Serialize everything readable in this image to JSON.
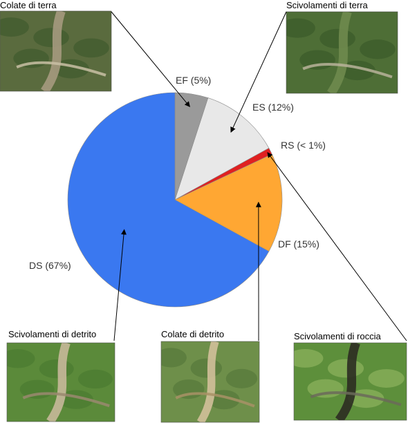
{
  "chart_data": {
    "type": "pie",
    "slices": [
      {
        "code": "EF",
        "label": "EF (5%)",
        "value": 5,
        "color": "#9a9a9a"
      },
      {
        "code": "ES",
        "label": "ES (12%)",
        "value": 12,
        "color": "#e8e8e8"
      },
      {
        "code": "RS",
        "label": "RS (< 1%)",
        "value": 1,
        "color": "#e02020"
      },
      {
        "code": "DF",
        "label": "DF (15%)",
        "value": 15,
        "color": "#ffa733"
      },
      {
        "code": "DS",
        "label": "DS (67%)",
        "value": 67,
        "color": "#3a78f0"
      }
    ],
    "start_angle_deg": 0,
    "direction": "clockwise"
  },
  "photos": [
    {
      "code": "EF",
      "title": "Colate di terra"
    },
    {
      "code": "ES",
      "title": "Scivolamenti di terra"
    },
    {
      "code": "DS",
      "title": "Scivolamenti di detrito"
    },
    {
      "code": "DF",
      "title": "Colate di detrito"
    },
    {
      "code": "RS",
      "title": "Scivolamenti di roccia"
    }
  ]
}
